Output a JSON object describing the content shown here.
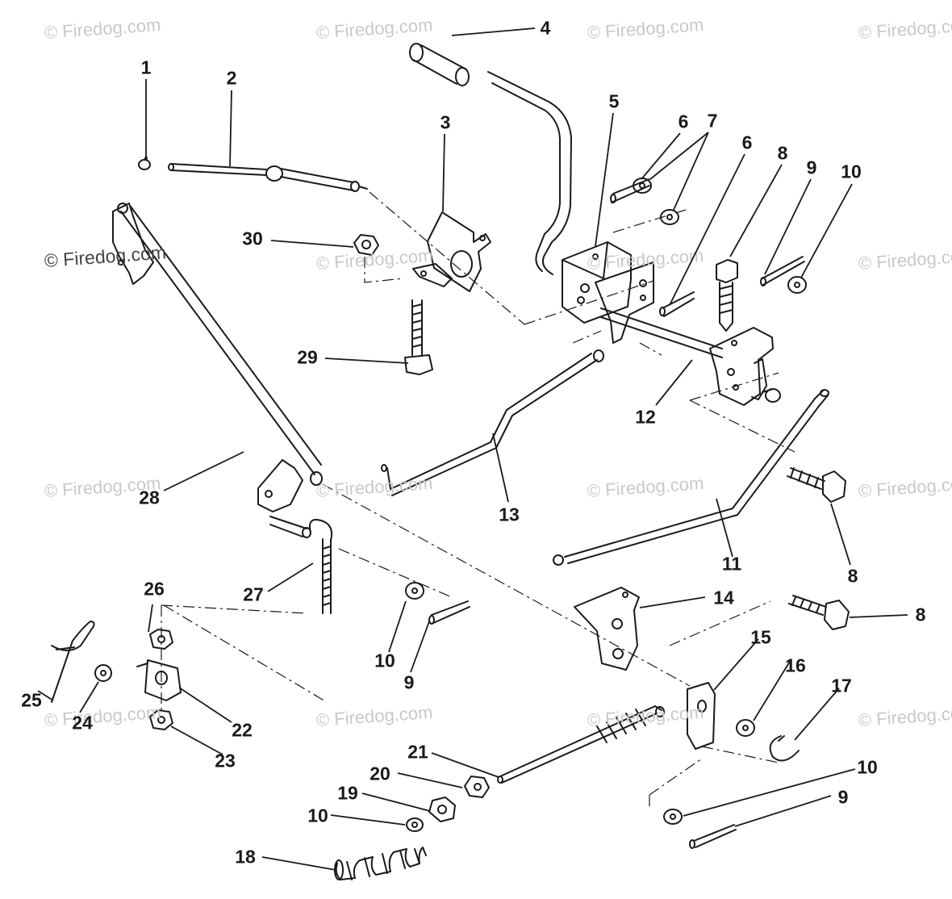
{
  "watermarks": {
    "text": "© Firedog.com",
    "prominent": "© Firedog.com"
  },
  "callouts": [
    "1",
    "2",
    "3",
    "4",
    "5",
    "6",
    "7",
    "6",
    "8",
    "9",
    "10",
    "30",
    "29",
    "12",
    "28",
    "13",
    "11",
    "8",
    "27",
    "26",
    "14",
    "8",
    "10",
    "9",
    "15",
    "16",
    "17",
    "25",
    "24",
    "22",
    "23",
    "21",
    "10",
    "20",
    "19",
    "10",
    "9",
    "18"
  ],
  "colors": {
    "line": "#1a1a1a",
    "watermark": "#c9c9c9"
  }
}
